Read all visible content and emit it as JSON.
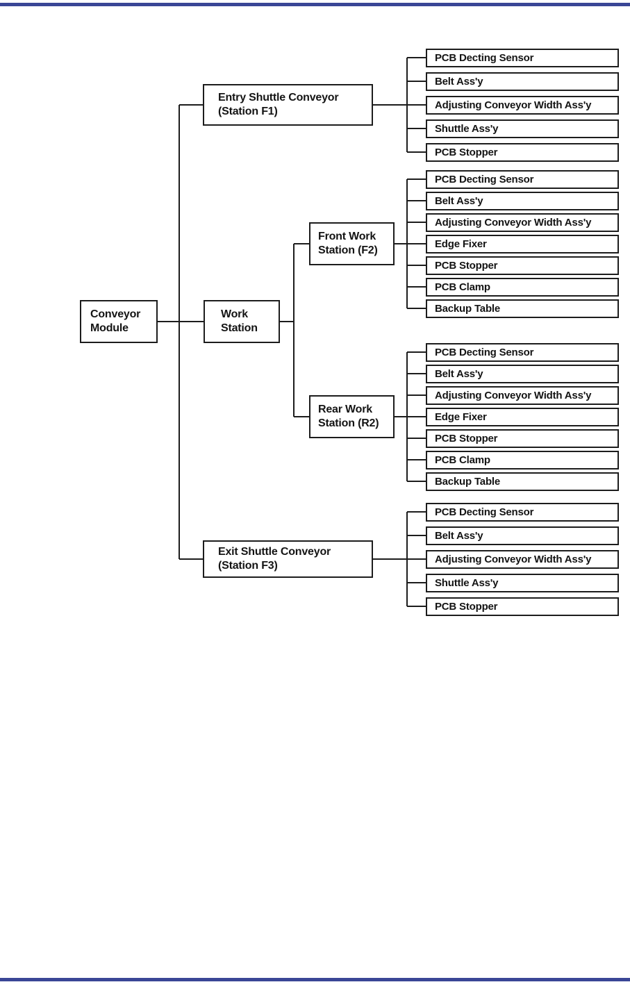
{
  "page": {
    "rule_color": "#3a4696",
    "line_color": "#1c1c1c"
  },
  "diagram": {
    "root": {
      "line1": "Conveyor",
      "line2": "Module"
    },
    "branches": [
      {
        "node": {
          "line1": "Entry Shuttle Conveyor",
          "line2": "(Station F1)"
        },
        "children": [
          "PCB Decting Sensor",
          "Belt Ass'y",
          "Adjusting Conveyor Width Ass'y",
          "Shuttle Ass'y",
          "PCB Stopper"
        ]
      },
      {
        "node": {
          "line1": "Work",
          "line2": "Station"
        },
        "subbranches": [
          {
            "node": {
              "line1": "Front Work",
              "line2": "Station (F2)"
            },
            "children": [
              "PCB Decting Sensor",
              "Belt Ass'y",
              "Adjusting Conveyor Width Ass'y",
              "Edge Fixer",
              "PCB Stopper",
              "PCB Clamp",
              "Backup Table"
            ]
          },
          {
            "node": {
              "line1": "Rear Work",
              "line2": "Station (R2)"
            },
            "children": [
              "PCB Decting Sensor",
              "Belt Ass'y",
              "Adjusting Conveyor Width Ass'y",
              "Edge Fixer",
              "PCB Stopper",
              "PCB Clamp",
              "Backup Table"
            ]
          }
        ]
      },
      {
        "node": {
          "line1": "Exit Shuttle Conveyor",
          "line2": "(Station F3)"
        },
        "children": [
          "PCB Decting Sensor",
          "Belt Ass'y",
          "Adjusting Conveyor Width Ass'y",
          "Shuttle Ass'y",
          "PCB Stopper"
        ]
      }
    ]
  }
}
